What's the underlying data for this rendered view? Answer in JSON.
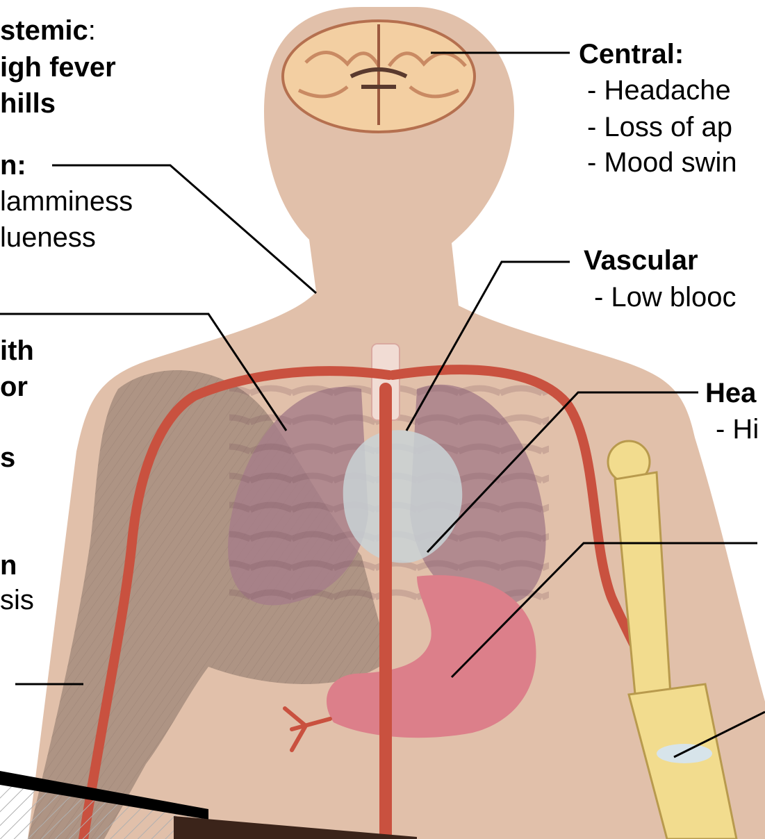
{
  "labels": {
    "systemic_title": "stemic",
    "systemic_colon": ":",
    "systemic_1": "igh fever",
    "systemic_2": "hills",
    "skin_title": "n:",
    "skin_1": "lamminess",
    "skin_2": "lueness",
    "lungs_1": "ith",
    "lungs_2": "or",
    "lungs_3": "s",
    "muscle_1": "n",
    "muscle_2": "sis",
    "central_title": "Central:",
    "central_1": "- Headache",
    "central_2": "- Loss of ap",
    "central_3": "- Mood swin",
    "vascular_title": "Vascular",
    "vascular_1": "- Low blooc",
    "heart_title": "Hea",
    "heart_1": "- Hi"
  },
  "colors": {
    "skin": "#e1c0aa",
    "artery": "#c9513f",
    "bone": "#f2dc8e",
    "muscle": "#a98f80",
    "lung": "#a67d89",
    "stomach": "#dc7f8a",
    "brain": "#f3cfa2",
    "leader_line": "#000000"
  }
}
